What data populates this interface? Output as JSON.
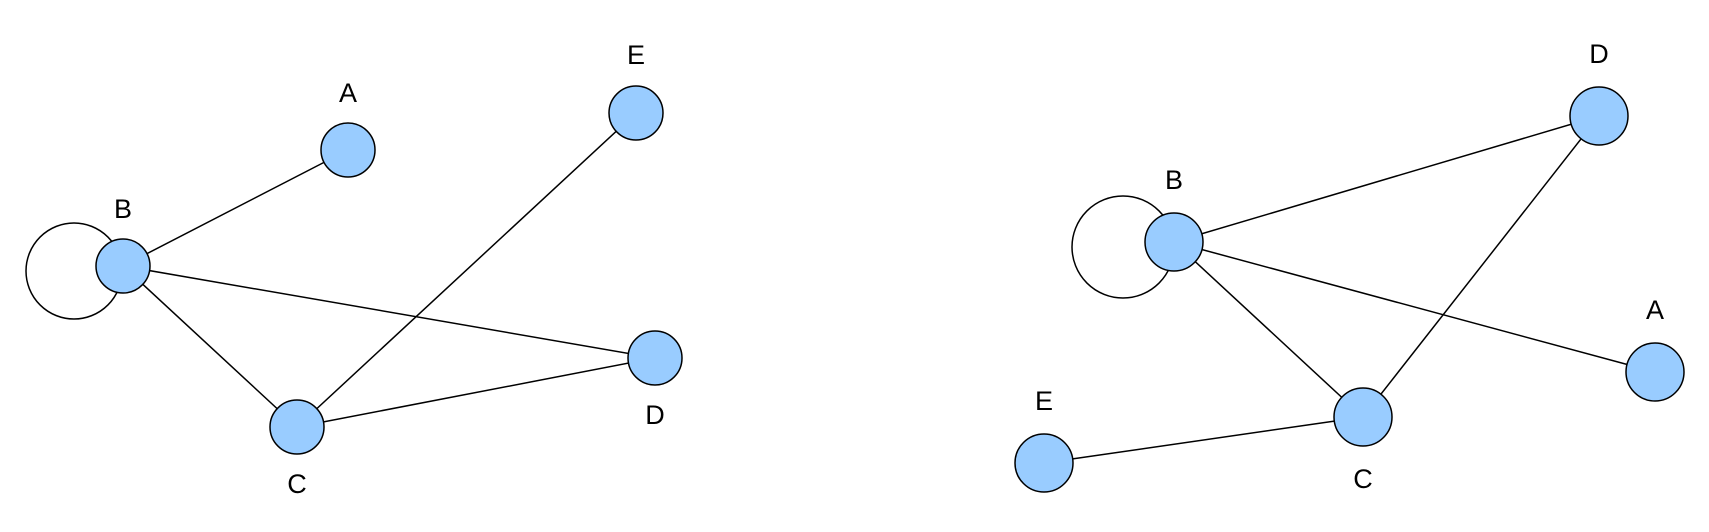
{
  "colors": {
    "node_fill": "#99ccff",
    "stroke": "#000000",
    "background": "#ffffff"
  },
  "graphs": [
    {
      "nodes": [
        {
          "id": "A",
          "label": "A"
        },
        {
          "id": "B",
          "label": "B"
        },
        {
          "id": "C",
          "label": "C"
        },
        {
          "id": "D",
          "label": "D"
        },
        {
          "id": "E",
          "label": "E"
        }
      ],
      "edges": [
        {
          "from": "B",
          "to": "A"
        },
        {
          "from": "B",
          "to": "D"
        },
        {
          "from": "B",
          "to": "C"
        },
        {
          "from": "C",
          "to": "E"
        },
        {
          "from": "C",
          "to": "D"
        }
      ],
      "loops": [
        "B"
      ]
    },
    {
      "nodes": [
        {
          "id": "A",
          "label": "A"
        },
        {
          "id": "B",
          "label": "B"
        },
        {
          "id": "C",
          "label": "C"
        },
        {
          "id": "D",
          "label": "D"
        },
        {
          "id": "E",
          "label": "E"
        }
      ],
      "edges": [
        {
          "from": "B",
          "to": "D"
        },
        {
          "from": "B",
          "to": "A"
        },
        {
          "from": "B",
          "to": "C"
        },
        {
          "from": "C",
          "to": "D"
        },
        {
          "from": "E",
          "to": "C"
        }
      ],
      "loops": [
        "B"
      ]
    }
  ]
}
